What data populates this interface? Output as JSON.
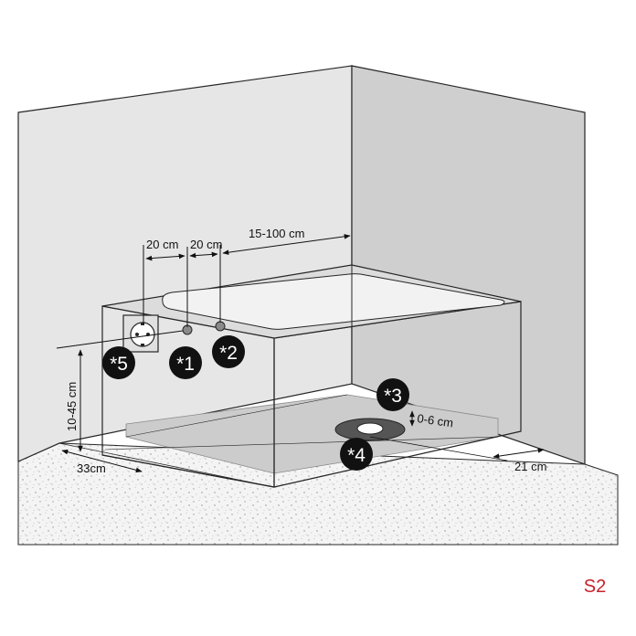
{
  "colors": {
    "wall_left": "#e6e6e6",
    "wall_right": "#cfcfcf",
    "floor": "#f3f3f3",
    "tray_top": "#dcdcdc",
    "outline": "#262626",
    "badge": "#111111",
    "code": "#c8202a"
  },
  "dimensions": {
    "d1": "20 cm",
    "d2": "20 cm",
    "d3": "15-100 cm",
    "height": "10-45 cm",
    "left": "33cm",
    "right": "21 cm",
    "drain": "0-6 cm"
  },
  "markers": {
    "m1": "*1",
    "m2": "*2",
    "m3": "*3",
    "m4": "*4",
    "m5": "*5"
  },
  "code": "S2"
}
